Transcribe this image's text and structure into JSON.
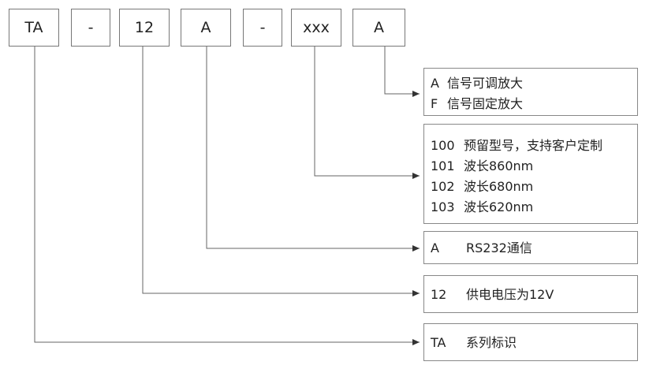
{
  "code_parts": [
    {
      "label": "TA"
    },
    {
      "label": "-"
    },
    {
      "label": "12"
    },
    {
      "label": "A"
    },
    {
      "label": "-"
    },
    {
      "label": "xxx"
    },
    {
      "label": "A"
    }
  ],
  "descriptions": [
    {
      "rows": [
        {
          "code": "A",
          "text": "信号可调放大"
        },
        {
          "code": "F",
          "text": "信号固定放大"
        }
      ]
    },
    {
      "rows": [
        {
          "code": "100",
          "text": "预留型号，支持客户定制"
        },
        {
          "code": "101",
          "text": "波长860nm"
        },
        {
          "code": "102",
          "text": "波长680nm"
        },
        {
          "code": "103",
          "text": "波长620nm"
        }
      ]
    },
    {
      "rows": [
        {
          "code": "A",
          "text": "RS232通信"
        }
      ]
    },
    {
      "rows": [
        {
          "code": "12",
          "text": "供电电压为12V"
        }
      ]
    },
    {
      "rows": [
        {
          "code": "TA",
          "text": "系列标识"
        }
      ]
    }
  ]
}
